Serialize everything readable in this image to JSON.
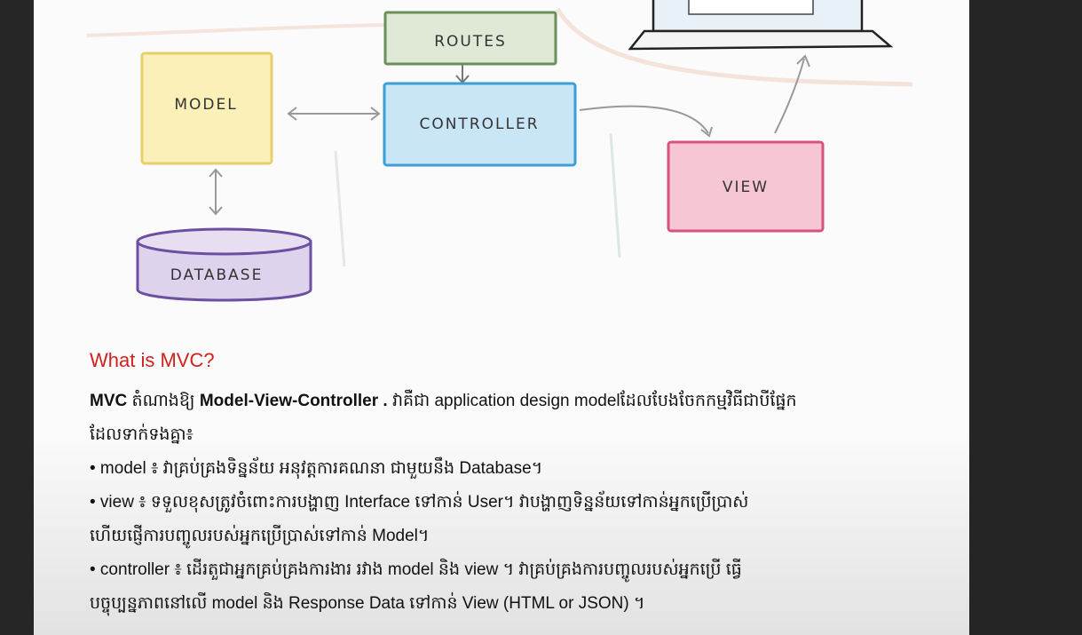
{
  "diagram": {
    "routes_label": "ROUTES",
    "model_label": "MODEL",
    "controller_label": "CONTROLLER",
    "view_label": "VIEW",
    "database_label": "DATABASE"
  },
  "content": {
    "heading": "What is MVC?",
    "intro_bold_1": "MVC",
    "intro_text_1": " តំណាងឱ្យ ",
    "intro_bold_2": "Model-View-Controller .",
    "intro_text_2": " វាគឺជា application design modelដែលបែងចែកកម្មវិធីជាបីផ្នែក",
    "intro_line_2": "ដែលទាក់ទងគ្នា៖",
    "bullet_model": "• model ៖  វាគ្រប់គ្រងទិន្នន័យ អនុវត្តការគណនា ជាមួយនឹង Database។",
    "bullet_view_1": "• view ៖ ទទួលខុសត្រូវចំពោះការបង្ហាញ Interface ទៅកាន់ User។ វាបង្ហាញទិន្នន័យទៅកាន់អ្នកប្រើប្រាស់",
    "bullet_view_2": "ហើយផ្ញើការបញ្ចូលរបស់អ្នកប្រើប្រាស់ទៅកាន់ Model។",
    "bullet_controller_1": "• controller ៖ ដើរតួជាអ្នកគ្រប់គ្រងការងារ រវាង model និង view   ។  វាគ្រប់គ្រងការបញ្ចូលរបស់អ្នកប្រើ ធ្វើ",
    "bullet_controller_2": "បច្ចុប្បន្នភាពនៅលើ model និង Response Data ទៅកាន់ View (HTML or JSON) ។"
  },
  "colors": {
    "heading": "#d0211c",
    "routes_fill": "#dfe9d6",
    "model_fill": "#faf0b8",
    "controller_fill": "#c9e6f6",
    "view_fill": "#f6c6d5",
    "database_fill": "#ddd3ec"
  }
}
